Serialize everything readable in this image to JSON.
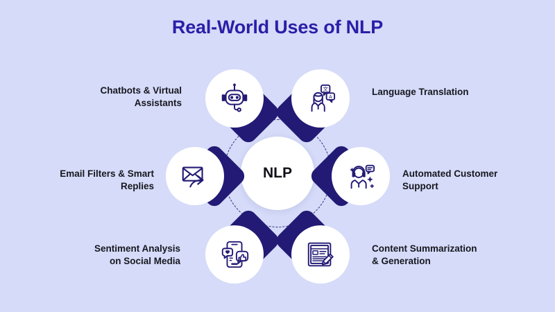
{
  "page": {
    "title": "Real-World Uses of NLP",
    "background_color": "#d5dbf8",
    "title_color": "#2b1ea8",
    "accent_navy": "#221a74",
    "label_color": "#17171f"
  },
  "hub": {
    "label": "NLP",
    "shape": "circle",
    "fill": "#ffffff"
  },
  "ring": {
    "style": "dashed",
    "color": "#2b2a7c"
  },
  "nodes": [
    {
      "id": "chatbots",
      "label": "Chatbots & Virtual Assistants",
      "label_lines": [
        "Chatbots & Virtual",
        "Assistants"
      ],
      "icon": "robot-icon",
      "side": "left",
      "position": "top-left"
    },
    {
      "id": "translation",
      "label": "Language Translation",
      "label_lines": [
        "Language Translation"
      ],
      "icon": "translation-person-icon",
      "side": "right",
      "position": "top-right"
    },
    {
      "id": "email-filters",
      "label": "Email Filters & Smart Replies",
      "label_lines": [
        "Email Filters & Smart",
        "Replies"
      ],
      "icon": "email-forward-icon",
      "side": "left",
      "position": "middle-left"
    },
    {
      "id": "customer-support",
      "label": "Automated Customer Support",
      "label_lines": [
        "Automated Customer",
        "Support"
      ],
      "icon": "headset-agent-icon",
      "side": "right",
      "position": "middle-right"
    },
    {
      "id": "sentiment",
      "label": "Sentiment Analysis on Social Media",
      "label_lines": [
        "Sentiment Analysis",
        "on Social Media"
      ],
      "icon": "mobile-reactions-icon",
      "side": "left",
      "position": "bottom-left"
    },
    {
      "id": "summarization",
      "label": "Content Summarization & Generation",
      "label_lines": [
        "Content Summarization",
        "& Generation"
      ],
      "icon": "document-pencil-icon",
      "side": "right",
      "position": "bottom-right"
    }
  ]
}
